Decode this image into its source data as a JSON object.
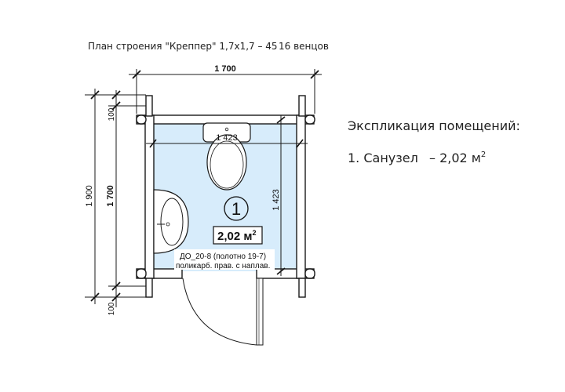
{
  "title": {
    "main": "План строения \"Креппер\" 1,7х1,7 – 45",
    "rows": "16 венцов"
  },
  "dimensions": {
    "top_outer": "1 700",
    "inner_width": "1 423",
    "inner_height": "1 423",
    "left_total": "1 900",
    "left_inner": "1 700",
    "left_top_offset": "100",
    "left_bottom_offset": "100"
  },
  "room": {
    "number": "1",
    "area": "2,02 м",
    "area_sup": "2",
    "fill_color": "#d7ecfb"
  },
  "door": {
    "line1": "ДО_20-8 (полотно 19-7)",
    "line2": "поликарб. прав. с наплав."
  },
  "explication": {
    "heading": "Экспликация помещений:",
    "items": [
      {
        "label": "1. Санузел",
        "value": "– 2,02 м",
        "sup": "2"
      }
    ]
  },
  "icons": [
    "toilet-icon",
    "washbasin-icon",
    "door-swing-icon"
  ]
}
